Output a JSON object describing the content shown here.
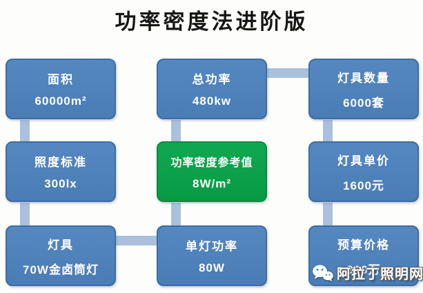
{
  "title": "功率密度法进阶版",
  "colors": {
    "box_blue": "#4f81bd",
    "box_blue_border": "#3c6ca4",
    "box_green": "#0aa64a",
    "box_green_border": "#0a8a3e",
    "connector": "#aac0dc",
    "box_text": "#ffffff",
    "title_text": "#161616"
  },
  "nodes": [
    {
      "id": "area",
      "label": "面积",
      "value": "60000m²",
      "type": "blue"
    },
    {
      "id": "total-power",
      "label": "总功率",
      "value": "480kw",
      "type": "blue"
    },
    {
      "id": "fixture-count",
      "label": "灯具数量",
      "value": "6000套",
      "type": "blue"
    },
    {
      "id": "illuminance",
      "label": "照度标准",
      "value": "300lx",
      "type": "blue"
    },
    {
      "id": "power-density",
      "label": "功率密度参考值",
      "value": "8W/m²",
      "type": "green"
    },
    {
      "id": "unit-price",
      "label": "灯具单价",
      "value": "1600元",
      "type": "blue"
    },
    {
      "id": "fixture",
      "label": "灯具",
      "value": "70W金卤筒灯",
      "type": "blue"
    },
    {
      "id": "lamp-power",
      "label": "单灯功率",
      "value": "80W",
      "type": "blue"
    },
    {
      "id": "budget-price",
      "label": "预算价格",
      "value": "960万",
      "type": "blue"
    }
  ],
  "watermark": {
    "icon": "wechat-icon",
    "text": "阿拉丁照明网"
  }
}
